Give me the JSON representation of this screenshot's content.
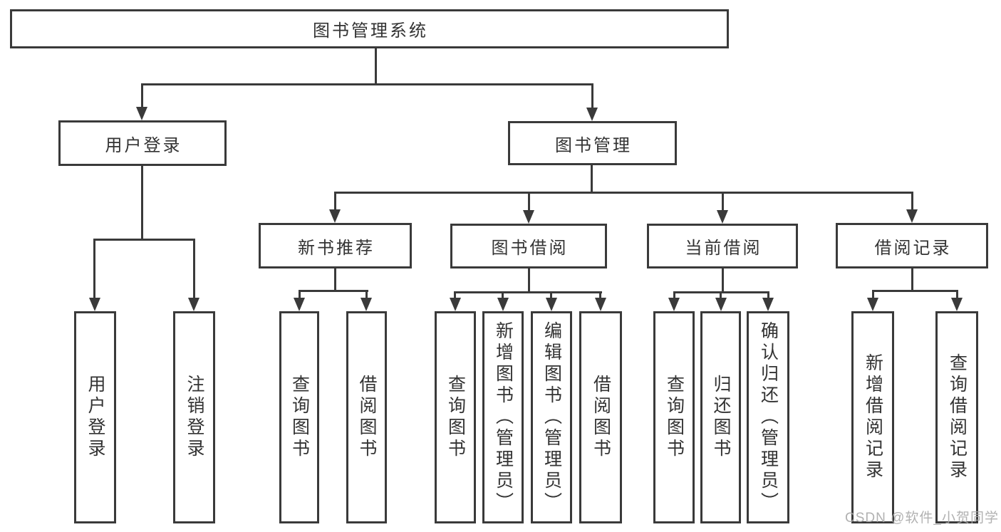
{
  "tree": {
    "root": {
      "label": "图书管理系统"
    },
    "branches": [
      {
        "label": "用户登录",
        "children": [
          {
            "label": "用户登录"
          },
          {
            "label": "注销登录"
          }
        ]
      },
      {
        "label": "图书管理",
        "children": [
          {
            "label": "新书推荐",
            "children": [
              {
                "label": "查询图书"
              },
              {
                "label": "借阅图书"
              }
            ]
          },
          {
            "label": "图书借阅",
            "children": [
              {
                "label": "查询图书"
              },
              {
                "label": "新增图书（管理员）"
              },
              {
                "label": "编辑图书（管理员）"
              },
              {
                "label": "借阅图书"
              }
            ]
          },
          {
            "label": "当前借阅",
            "children": [
              {
                "label": "查询图书"
              },
              {
                "label": "归还图书"
              },
              {
                "label": "确认归还（管理员）"
              }
            ]
          },
          {
            "label": "借阅记录",
            "children": [
              {
                "label": "新增借阅记录"
              },
              {
                "label": "查询借阅记录"
              }
            ]
          }
        ]
      }
    ]
  },
  "watermark": "CSDN @软件_小贺同学",
  "colors": {
    "line": "#3a3a3a",
    "text": "#333333",
    "watermark": "#a8a8a8",
    "background": "#ffffff"
  }
}
